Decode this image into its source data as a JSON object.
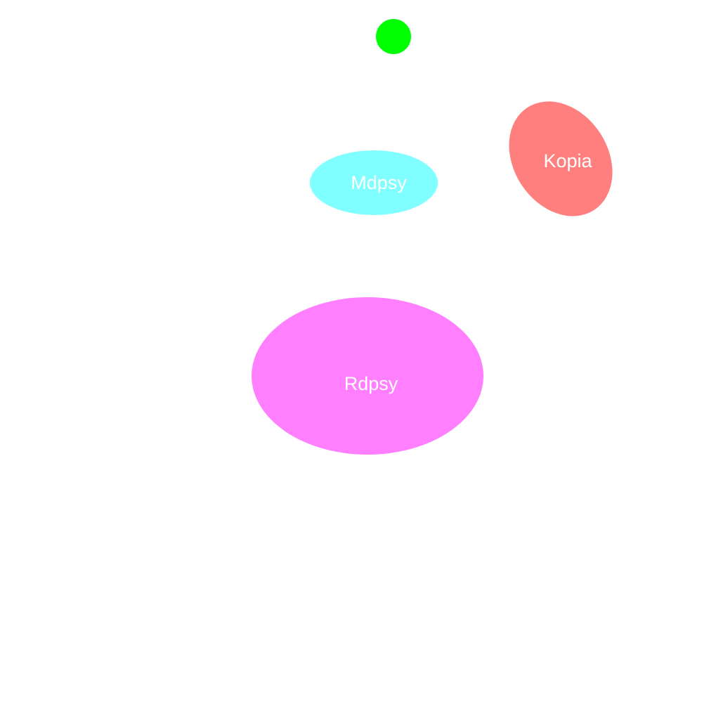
{
  "diagram": {
    "background_color": "#ffffff",
    "label_color": "#ffffff",
    "nodes": [
      {
        "id": "green-dot",
        "label": "",
        "color": "#00ff00",
        "shape": "circle"
      },
      {
        "id": "kopia",
        "label": "Kopia",
        "color": "#ff7f7f",
        "shape": "ellipse"
      },
      {
        "id": "mdpsy",
        "label": "Mdpsy",
        "color": "#7fffff",
        "shape": "ellipse"
      },
      {
        "id": "rdpsy",
        "label": "Rdpsy",
        "color": "#ff7fff",
        "shape": "ellipse"
      }
    ]
  }
}
